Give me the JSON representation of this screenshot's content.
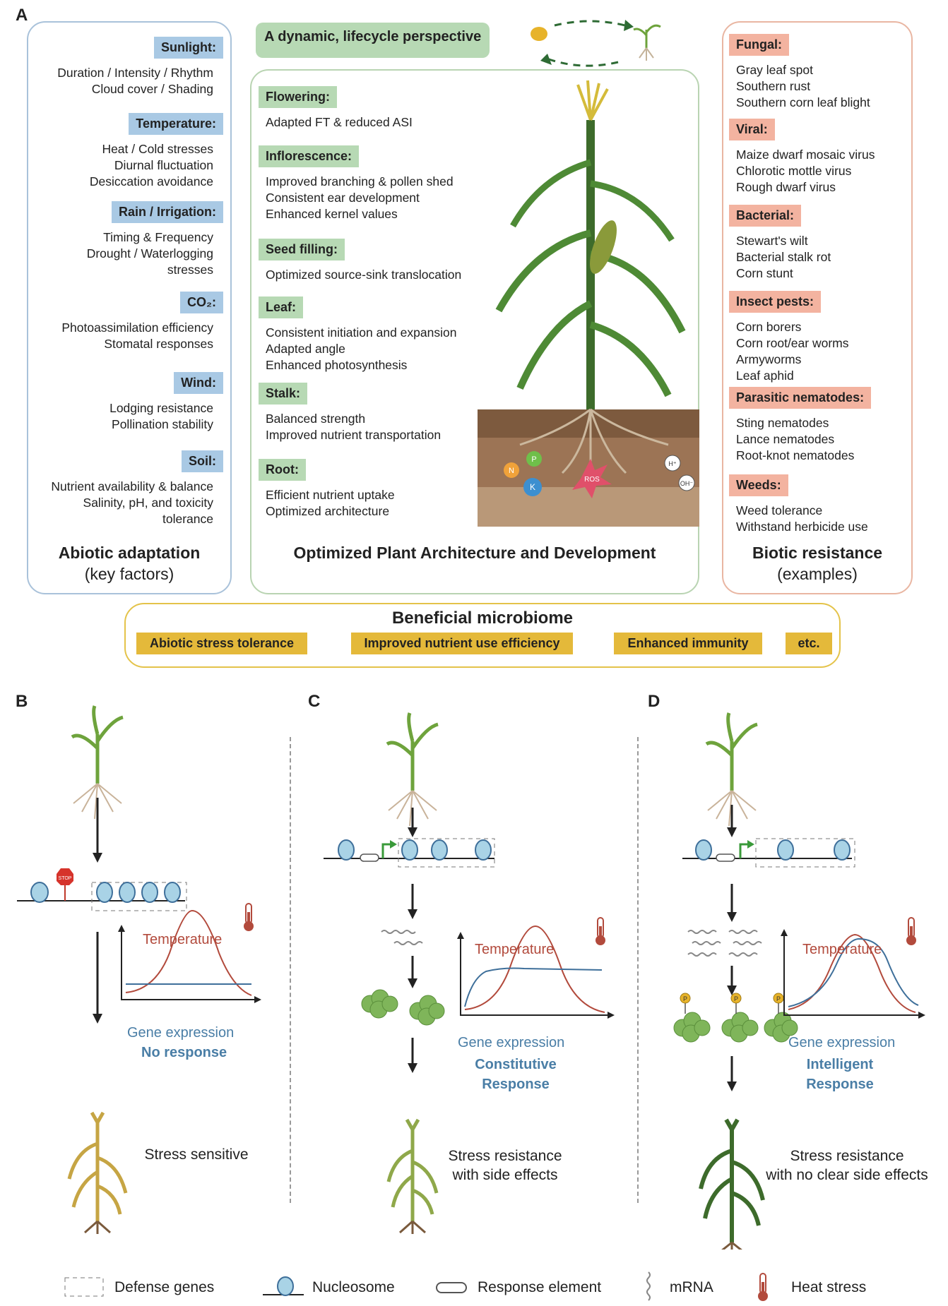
{
  "panels": {
    "a": "A",
    "b": "B",
    "c": "C",
    "d": "D"
  },
  "lifecycle_label": "A dynamic, lifecycle perspective",
  "abiotic": {
    "heading": "Abiotic adaptation",
    "subheading": "(key factors)",
    "factors": [
      {
        "tag": "Sunlight:",
        "lines": [
          "Duration / Intensity / Rhythm",
          "Cloud cover / Shading"
        ]
      },
      {
        "tag": "Temperature:",
        "lines": [
          "Heat / Cold stresses",
          "Diurnal fluctuation",
          "Desiccation avoidance"
        ]
      },
      {
        "tag": "Rain / Irrigation:",
        "lines": [
          "Timing & Frequency",
          "Drought / Waterlogging",
          "stresses"
        ]
      },
      {
        "tag": "CO₂:",
        "lines": [
          "Photoassimilation efficiency",
          "Stomatal responses"
        ]
      },
      {
        "tag": "Wind:",
        "lines": [
          "Lodging resistance",
          "Pollination stability"
        ]
      },
      {
        "tag": "Soil:",
        "lines": [
          "Nutrient availability & balance",
          "Salinity, pH, and toxicity",
          "tolerance"
        ]
      }
    ]
  },
  "architecture": {
    "heading": "Optimized Plant Architecture and Development",
    "traits": [
      {
        "tag": "Flowering:",
        "lines": [
          "Adapted FT & reduced ASI"
        ]
      },
      {
        "tag": "Inflorescence:",
        "lines": [
          "Improved branching & pollen shed",
          "Consistent ear development",
          "Enhanced kernel values"
        ]
      },
      {
        "tag": "Seed filling:",
        "lines": [
          "Optimized source-sink translocation"
        ]
      },
      {
        "tag": "Leaf:",
        "lines": [
          "Consistent initiation and expansion",
          "Adapted angle",
          "Enhanced photosynthesis"
        ]
      },
      {
        "tag": "Stalk:",
        "lines": [
          "Balanced strength",
          "Improved nutrient transportation"
        ]
      },
      {
        "tag": "Root:",
        "lines": [
          "Efficient nutrient uptake",
          "Optimized architecture"
        ]
      }
    ],
    "soil_labels": {
      "n": "N",
      "p": "P",
      "k": "K",
      "ros": "ROS",
      "h": "H⁺",
      "oh": "OH⁻"
    }
  },
  "biotic": {
    "heading": "Biotic resistance",
    "subheading": "(examples)",
    "groups": [
      {
        "tag": "Fungal:",
        "lines": [
          "Gray leaf spot",
          "Southern rust",
          "Southern corn leaf blight"
        ]
      },
      {
        "tag": "Viral:",
        "lines": [
          "Maize dwarf mosaic virus",
          "Chlorotic mottle virus",
          "Rough dwarf virus"
        ]
      },
      {
        "tag": "Bacterial:",
        "lines": [
          "Stewart's wilt",
          "Bacterial stalk rot",
          "Corn stunt"
        ]
      },
      {
        "tag": "Insect pests:",
        "lines": [
          "Corn borers",
          "Corn root/ear worms",
          "Armyworms",
          "Leaf aphid"
        ]
      },
      {
        "tag": "Parasitic nematodes:",
        "lines": [
          "Sting nematodes",
          "Lance nematodes",
          "Root-knot nematodes"
        ]
      },
      {
        "tag": "Weeds:",
        "lines": [
          "Weed tolerance",
          "Withstand herbicide use"
        ]
      }
    ]
  },
  "microbiome": {
    "heading": "Beneficial microbiome",
    "items": [
      "Abiotic stress tolerance",
      "Improved nutrient use efficiency",
      "Enhanced immunity",
      "etc."
    ]
  },
  "panel_b": {
    "stop": "STOP",
    "temp": "Temperature",
    "gene": "Gene expression",
    "response": "No response",
    "outcome": "Stress sensitive"
  },
  "panel_c": {
    "temp": "Temperature",
    "gene": "Gene expression",
    "response1": "Constitutive",
    "response2": "Response",
    "outcome1": "Stress resistance",
    "outcome2": "with side effects"
  },
  "panel_d": {
    "temp": "Temperature",
    "gene": "Gene expression",
    "response1": "Intelligent",
    "response2": "Response",
    "outcome1": "Stress resistance",
    "outcome2": "with no clear side effects",
    "phospho": "P"
  },
  "legend": [
    "Defense genes",
    "Nucleosome",
    "Response element",
    "mRNA",
    "Heat stress"
  ],
  "colors": {
    "abiotic": "#a9c9e4",
    "architecture": "#b7d9b4",
    "biotic": "#f3b3a0",
    "microbiome": "#e4b93a",
    "temperature": "#b24a3c",
    "expression": "#3e6f9a"
  }
}
